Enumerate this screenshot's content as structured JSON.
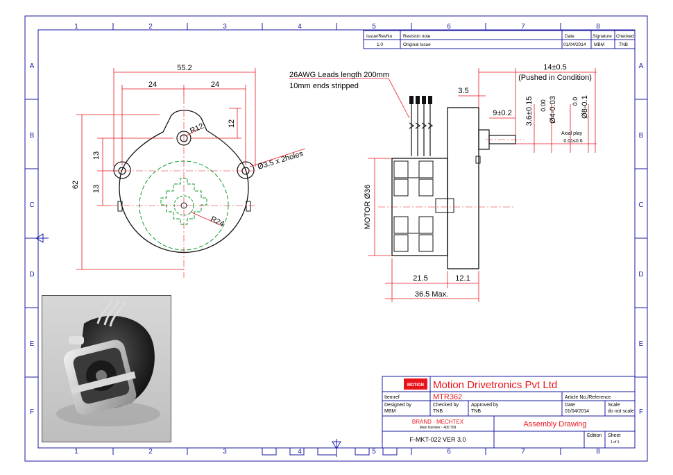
{
  "grid": {
    "cols_top": [
      "1",
      "2",
      "3",
      "4",
      "5",
      "6",
      "7",
      "8"
    ],
    "cols_bottom": [
      "1",
      "2",
      "3",
      "4",
      "5",
      "6",
      "7",
      "8"
    ],
    "rows_left": [
      "A",
      "B",
      "C",
      "D",
      "E",
      "F"
    ],
    "rows_right": [
      "A",
      "B",
      "C",
      "D",
      "E",
      "F"
    ]
  },
  "revision_table": {
    "headers": [
      "Issue/RevNo",
      "Revision note",
      "Date",
      "Signature",
      "Checked"
    ],
    "row": [
      "1.0",
      "Original Issue",
      "01/04/2014",
      "MBM",
      "TNB"
    ]
  },
  "front_view": {
    "dim_overall_width": "55.2",
    "dim_left_24": "24",
    "dim_right_24": "24",
    "dim_12": "12",
    "dim_r12": "R12",
    "dim_holes": "Ø3.5 x 2holes",
    "dim_13_top": "13",
    "dim_13_bottom": "13",
    "dim_62": "62",
    "dim_r24": "R24"
  },
  "side_view": {
    "leads_note_1": "26AWG Leads length 200mm",
    "leads_note_2": "10mm ends stripped",
    "dim_14": "14±0.5",
    "dim_pushed": "(Pushed in Condition)",
    "dim_3_5": "3.5",
    "dim_9": "9±0.2",
    "dim_3_6": "3.6±0.15",
    "dim_d4_top": "0.00",
    "dim_d4": "Ø4-0.03",
    "dim_d8_top": "0.0",
    "dim_d8": "Ø8-0.1",
    "axial_play_1": "Axial play",
    "axial_play_2": "0.01≤0.6",
    "motor_dia": "MOTOR Ø36",
    "dim_21_5": "21.5",
    "dim_12_1": "12.1",
    "dim_36_5": "36.5 Max."
  },
  "title_block": {
    "company": "Motion Drivetronics Pvt Ltd",
    "logo_text": "MOTION",
    "itemref_label": "Itemref",
    "itemref_value": "MTR362",
    "article_label": "Article No./Reference",
    "designed_label": "Designed by",
    "designed_value": "MBM",
    "checked_label": "Checked by",
    "checked_value": "TNB",
    "approved_label": "Approved by",
    "approved_value": "TNB",
    "date_label": "Date",
    "date_value": "01/04/2014",
    "scale_label": "Scale",
    "scale_value": "do not scale",
    "brand": "BRAND - MECHTEX",
    "brand_sub": "Main Number - 400 709",
    "drawing_type": "Assembly Drawing",
    "form_no": "F-MKT-022 VER 3.0",
    "edition_label": "Edition",
    "sheet_label": "Sheet",
    "sheet_value": "1 of 1"
  },
  "colors": {
    "border": "#1a1aa0",
    "red": "#e8141c",
    "green": "#0a9a2a",
    "dark": "#111111"
  }
}
